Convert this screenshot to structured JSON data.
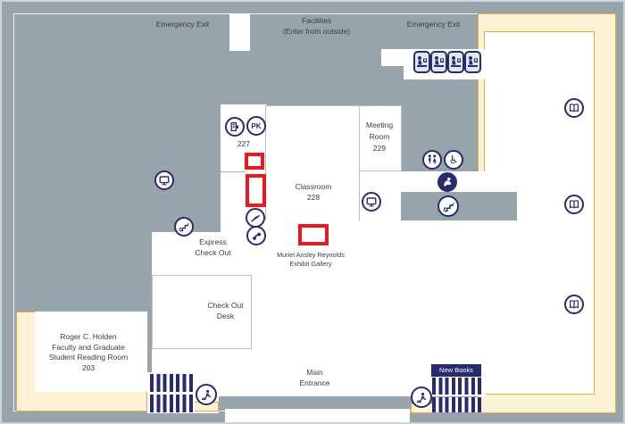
{
  "labels": {
    "emergency_exit_left": "Emergency Exit",
    "emergency_exit_right": "Emergency Exit",
    "facilities": {
      "l1": "Facilities",
      "l2": "(Enter from outside)"
    },
    "room227": "227",
    "classroom": {
      "l1": "Classroom",
      "l2": "228"
    },
    "meeting_room": {
      "l1": "Meeting",
      "l2": "Room",
      "l3": "229"
    },
    "express_checkout": {
      "l1": "Express",
      "l2": "Check Out"
    },
    "exhibit_gallery": {
      "l1": "Muriel Ansley Reynolds",
      "l2": "Exhibit Gallery"
    },
    "checkout_desk": {
      "l1": "Check Out",
      "l2": "Desk"
    },
    "reading_room": {
      "l1": "Roger C. Holden",
      "l2": "Faculty and Graduate",
      "l3": "Student Reading Room",
      "l4": "203"
    },
    "main_entrance": {
      "l1": "Main",
      "l2": "Entrance"
    },
    "new_books": "New Books",
    "pk_label": "PK"
  },
  "icons": {
    "study-carrel-icon": "person at computer carrel (4 along top alcove)",
    "copier-icon": "copier machine in room 227",
    "print-kiosk-icon": "circle with PK text in room 227",
    "computer-icon": "public computer monitor (2 on floor)",
    "stairs-icon": "zigzag stairs arrows (2 on floor)",
    "book-return-icon": "book return slot near express check out",
    "phone-icon": "telephone handset near express check out",
    "restroom-icon": "men and women restroom figures",
    "wheelchair-icon": "wheelchair accessible symbol",
    "drinking-fountain-icon": "filled circle person at fountain",
    "reading-area-icon": "open book in circle (3 along right reading area)",
    "security-gate-icon": "person at security gate (2 at entrances)",
    "book-stacks": "striped shelving ranges near entrance and new books",
    "highlight-box": "red highlight rectangle (3 on map)"
  },
  "colors": {
    "floor_gray": "#97a4ac",
    "room_white": "#ffffff",
    "seating_cream": "#fdf2d3",
    "seating_border_orange": "#f1a83a",
    "icon_navy": "#282c6e",
    "highlight_red": "#e8191f",
    "label_text": "#3a3d49"
  }
}
